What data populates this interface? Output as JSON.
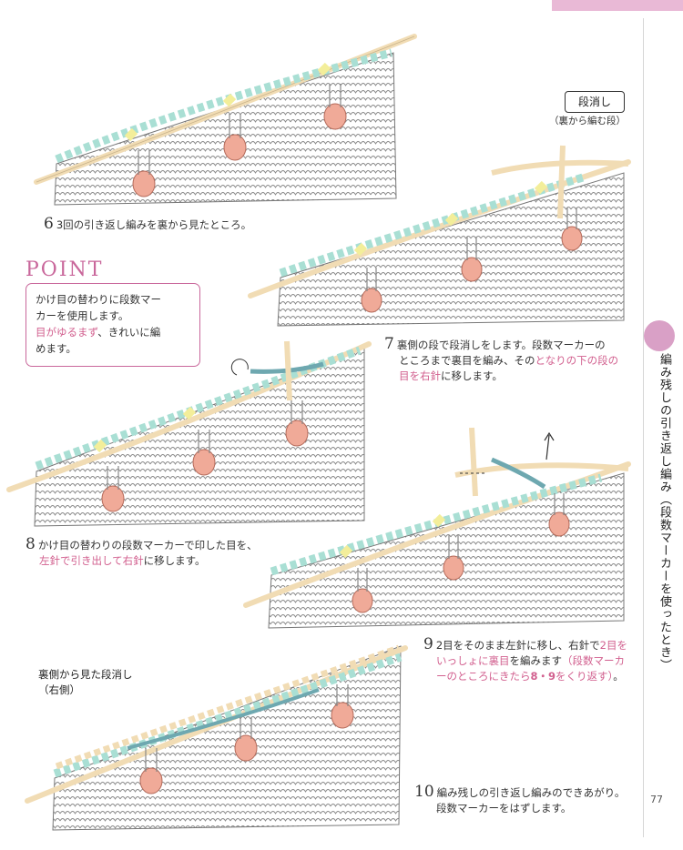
{
  "page_number": "77",
  "side_title": "編み残しの引き返し編み（段数マーカーを使ったとき）",
  "label_dankeshi": "段消し",
  "label_dankeshi_sub": "（裏から編む段）",
  "point": {
    "title": "POINT",
    "line1": "かけ目の替わりに段数マー",
    "line2": "カーを使用します。",
    "line3_pink": "目がゆるまず",
    "line3_rest": "、きれいに編",
    "line4": "めます。"
  },
  "step6": {
    "num": "6",
    "text": "3回の引き返し編みを裏から見たところ。"
  },
  "step7": {
    "num": "7",
    "line1": "裏側の段で段消しをします。段数マーカーの",
    "line2a": "ところまで裏目を編み、その",
    "line2b_pink": "となりの下の段の",
    "line3a_pink": "目を右針",
    "line3b": "に移します。"
  },
  "step8": {
    "num": "8",
    "line1": "かけ目の替わりの段数マーカーで印した目を、",
    "line2a_pink": "左針で引き出して右針",
    "line2b": "に移します。"
  },
  "step9": {
    "num": "9",
    "line1a": "2目をそのまま左針に移し、右針で",
    "line1b_pink": "2目を",
    "line2a_pink": "いっしょに裏目",
    "line2b": "を編みます",
    "line2c_pink": "（段数マーカ",
    "line3a_pink": "ーのところにきたら",
    "line3b_hl": "8・9",
    "line3c_pink": "をくり返す）",
    "line3d": "。"
  },
  "step10": {
    "num": "10",
    "line1": "編み残しの引き返し編みのできあがり。",
    "line2": "段数マーカーをはずします。"
  },
  "label_back": {
    "line1": "裏側から見た段消し",
    "line2": "（右側）"
  },
  "colors": {
    "accent_pink": "#d2608f",
    "yarn_blue": "#a9dfd4",
    "yarn_yellow": "#f3ee9a",
    "marker": "#f0aa98",
    "needle": "#f1dcb4",
    "fabric_line": "#888888"
  }
}
